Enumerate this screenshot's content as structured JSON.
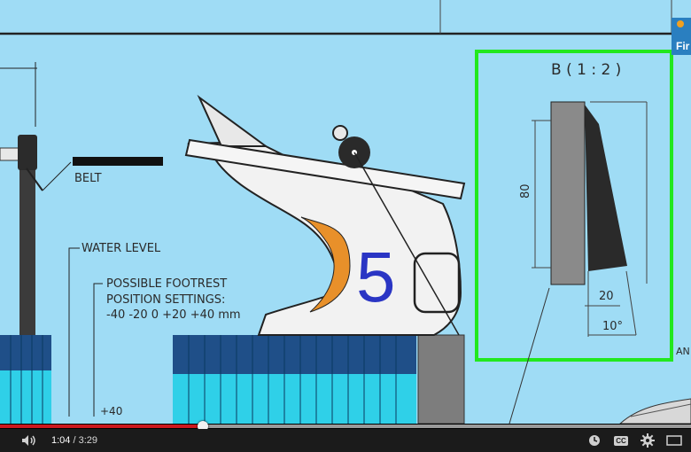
{
  "video": {
    "detail_label": "B ( 1 : 2 )",
    "dim_80": "80",
    "dim_20": "20",
    "dim_10deg": "10°",
    "belt_label": "BELT",
    "water_level_label": "WATER LEVEL",
    "footrest_line1": "POSSIBLE FOOTREST",
    "footrest_line2": "POSITION SETTINGS:",
    "footrest_line3": "-40 -20 0 +20 +40 mm",
    "plus40_label": "+40",
    "block_number": "5",
    "edge_label": "AN",
    "logo_text": "Fir",
    "highlight_color": "#22e81e",
    "accent_orange": "#e8902a",
    "number_color": "#2a35c4"
  },
  "player": {
    "current_time": "1:04",
    "separator": " / ",
    "duration": "3:29",
    "played_fraction": 0.294,
    "buffered_fraction": 1.0
  },
  "controls": {
    "volume_icon": "volume-icon",
    "watch_later_icon": "watch-later-icon",
    "captions_label": "CC",
    "settings_icon": "gear-icon",
    "theater_icon": "theater-mode-icon"
  }
}
